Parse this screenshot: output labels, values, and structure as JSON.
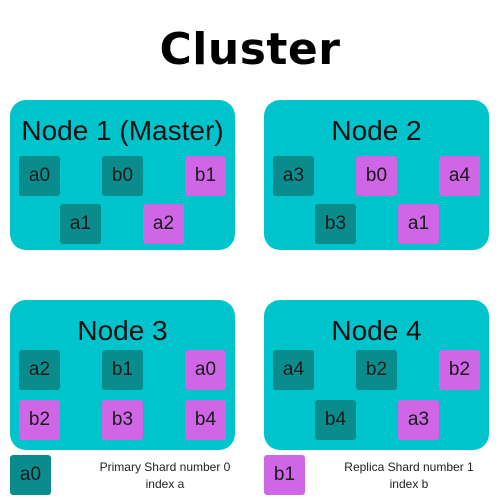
{
  "title": "Cluster",
  "colors": {
    "node_background": "#00c4cc",
    "primary_shard": "#0a8c8c",
    "replica_shard": "#cf66e6"
  },
  "nodes": [
    {
      "label": "Node 1 (Master)",
      "shards": [
        {
          "name": "a0",
          "kind": "primary"
        },
        {
          "name": "b0",
          "kind": "primary"
        },
        {
          "name": "b1",
          "kind": "replica"
        },
        {
          "name": "a1",
          "kind": "primary"
        },
        {
          "name": "a2",
          "kind": "replica"
        }
      ]
    },
    {
      "label": "Node 2",
      "shards": [
        {
          "name": "a3",
          "kind": "primary"
        },
        {
          "name": "b0",
          "kind": "replica"
        },
        {
          "name": "a4",
          "kind": "replica"
        },
        {
          "name": "b3",
          "kind": "primary"
        },
        {
          "name": "a1",
          "kind": "replica"
        }
      ]
    },
    {
      "label": "Node 3",
      "shards": [
        {
          "name": "a2",
          "kind": "primary"
        },
        {
          "name": "b1",
          "kind": "primary"
        },
        {
          "name": "a0",
          "kind": "replica"
        },
        {
          "name": "b2",
          "kind": "replica"
        },
        {
          "name": "b3",
          "kind": "replica"
        },
        {
          "name": "b4",
          "kind": "replica"
        }
      ]
    },
    {
      "label": "Node 4",
      "shards": [
        {
          "name": "a4",
          "kind": "primary"
        },
        {
          "name": "b2",
          "kind": "primary"
        },
        {
          "name": "b2",
          "kind": "replica"
        },
        {
          "name": "b4",
          "kind": "primary"
        },
        {
          "name": "a3",
          "kind": "replica"
        }
      ]
    }
  ],
  "legend": {
    "primary": {
      "sample": "a0",
      "line1": "Primary Shard number 0",
      "line2": "index a"
    },
    "replica": {
      "sample": "b1",
      "line1": "Replica Shard number 1",
      "line2": "index b"
    }
  }
}
